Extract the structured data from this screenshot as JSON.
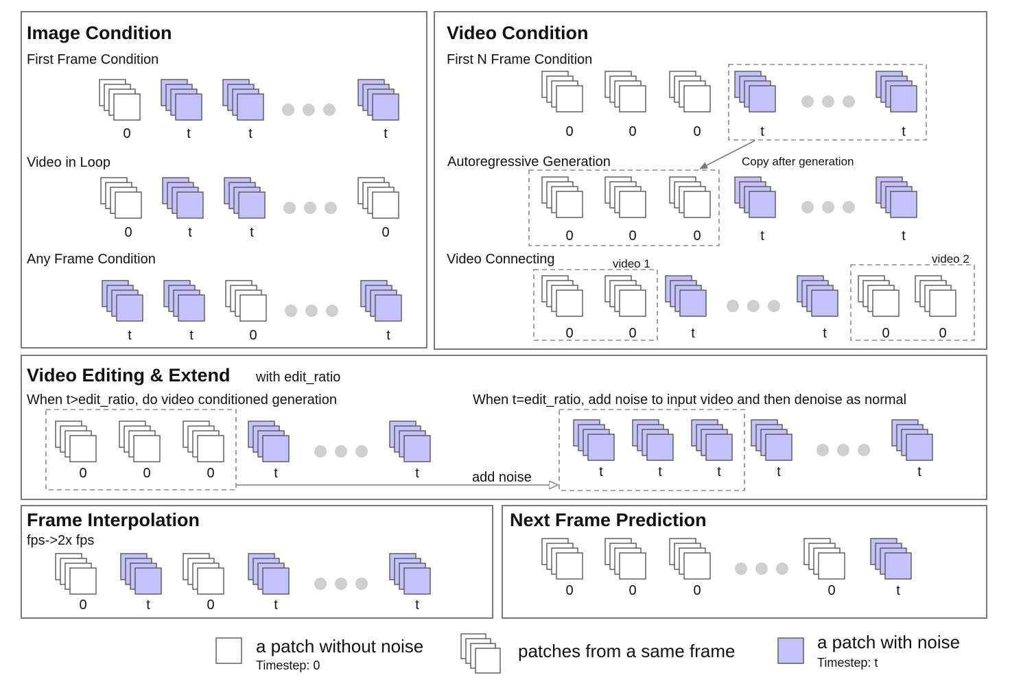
{
  "image_condition": {
    "title": "Image Condition",
    "first_frame": {
      "label": "First Frame Condition",
      "timesteps": [
        "0",
        "t",
        "t",
        "t"
      ]
    },
    "video_loop": {
      "label": "Video in Loop",
      "timesteps": [
        "0",
        "t",
        "t",
        "0"
      ]
    },
    "any_frame": {
      "label": "Any Frame Condition",
      "timesteps": [
        "t",
        "t",
        "0",
        "t"
      ]
    }
  },
  "video_condition": {
    "title": "Video Condition",
    "first_n": {
      "label": "First N Frame Condition",
      "timesteps": [
        "0",
        "0",
        "0",
        "t",
        "t"
      ]
    },
    "autoregressive": {
      "label": "Autoregressive Generation",
      "timesteps": [
        "0",
        "0",
        "0",
        "t",
        "t"
      ]
    },
    "copy_note": "Copy after generation",
    "connecting": {
      "label": "Video Connecting",
      "timesteps": [
        "0",
        "0",
        "t",
        "t",
        "0",
        "0"
      ]
    },
    "video1_label": "video 1",
    "video2_label": "video 2"
  },
  "editing": {
    "title": "Video Editing & Extend",
    "with_ratio": "with edit_ratio",
    "left_desc": "When t>edit_ratio, do video conditioned generation",
    "right_desc": "When t=edit_ratio, add noise to input video and then denoise as normal",
    "left_timesteps": [
      "0",
      "0",
      "0",
      "t",
      "t"
    ],
    "right_timesteps": [
      "t",
      "t",
      "t",
      "t",
      "t"
    ],
    "add_noise": "add noise"
  },
  "interpolation": {
    "title": "Frame Interpolation",
    "sub": "fps->2x fps",
    "timesteps": [
      "0",
      "t",
      "0",
      "t",
      "t"
    ]
  },
  "next_frame": {
    "title": "Next Frame Prediction",
    "timesteps": [
      "0",
      "0",
      "0",
      "0",
      "t"
    ]
  },
  "legend": {
    "clean_label": "a patch without noise",
    "clean_sub": "Timestep: 0",
    "stack_label": "patches from a same frame",
    "noise_label": "a patch with noise",
    "noise_sub": "Timestep: t"
  },
  "colors": {
    "noise_patch": "#c4c1fb",
    "clean_patch": "#ffffff",
    "dots": "#cfcfcf",
    "border": "#7a7a7a"
  }
}
